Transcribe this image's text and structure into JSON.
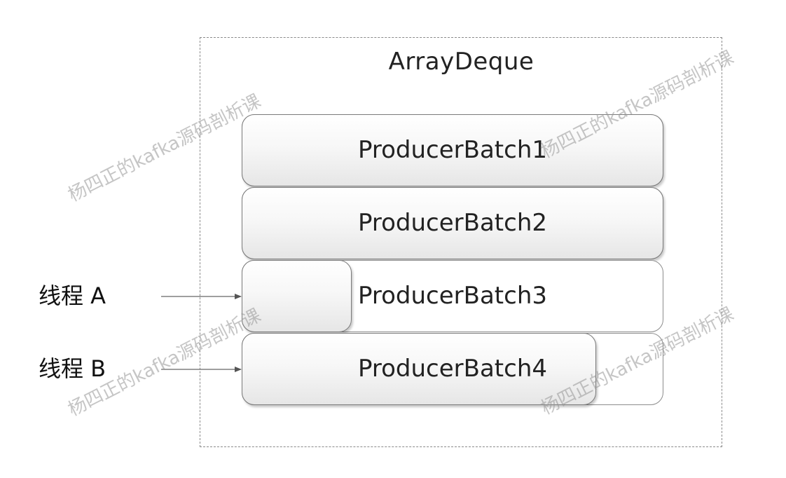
{
  "diagram": {
    "container_title": "ArrayDeque",
    "batches": [
      {
        "label": "ProducerBatch1",
        "fill_fraction": 1.0
      },
      {
        "label": "ProducerBatch2",
        "fill_fraction": 1.0
      },
      {
        "label": "ProducerBatch3",
        "fill_fraction": 0.26
      },
      {
        "label": "ProducerBatch4",
        "fill_fraction": 0.84
      }
    ],
    "threads": [
      {
        "label": "线程 A"
      },
      {
        "label": "线程 B"
      }
    ],
    "watermark": "杨四正的kafka源码剖析课"
  }
}
